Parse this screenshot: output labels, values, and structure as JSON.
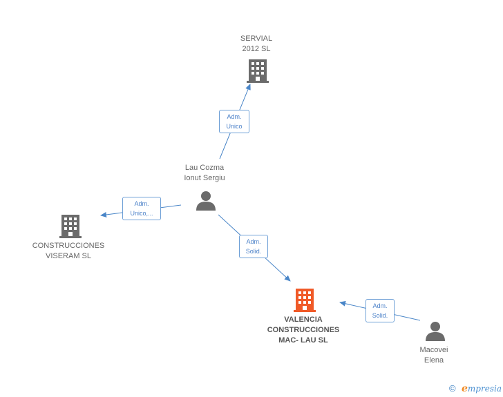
{
  "nodes": {
    "servial": {
      "line1": "SERVIAL",
      "line2": "2012 SL"
    },
    "lau": {
      "line1": "Lau Cozma",
      "line2": "Ionut Sergiu"
    },
    "viseram": {
      "line1": "CONSTRUCCIONES",
      "line2": "VISERAM SL"
    },
    "valencia": {
      "line1": "VALENCIA",
      "line2": "CONSTRUCCIONES",
      "line3": "MAC- LAU SL"
    },
    "macovei": {
      "line1": "Macovei",
      "line2": "Elena"
    }
  },
  "edges": {
    "lau_servial": {
      "line1": "Adm.",
      "line2": "Unico"
    },
    "lau_viseram": {
      "line1": "Adm.",
      "line2": "Unico,..."
    },
    "lau_valencia": {
      "line1": "Adm.",
      "line2": "Solid."
    },
    "macovei_valencia": {
      "line1": "Adm.",
      "line2": "Solid."
    }
  },
  "colors": {
    "company": "#6b6b6b",
    "company_main": "#f05a28",
    "person": "#6b6b6b",
    "edge": "#4a86c8"
  },
  "footer": {
    "copyright": "©",
    "brand_first": "e",
    "brand_rest": "mpresia"
  }
}
